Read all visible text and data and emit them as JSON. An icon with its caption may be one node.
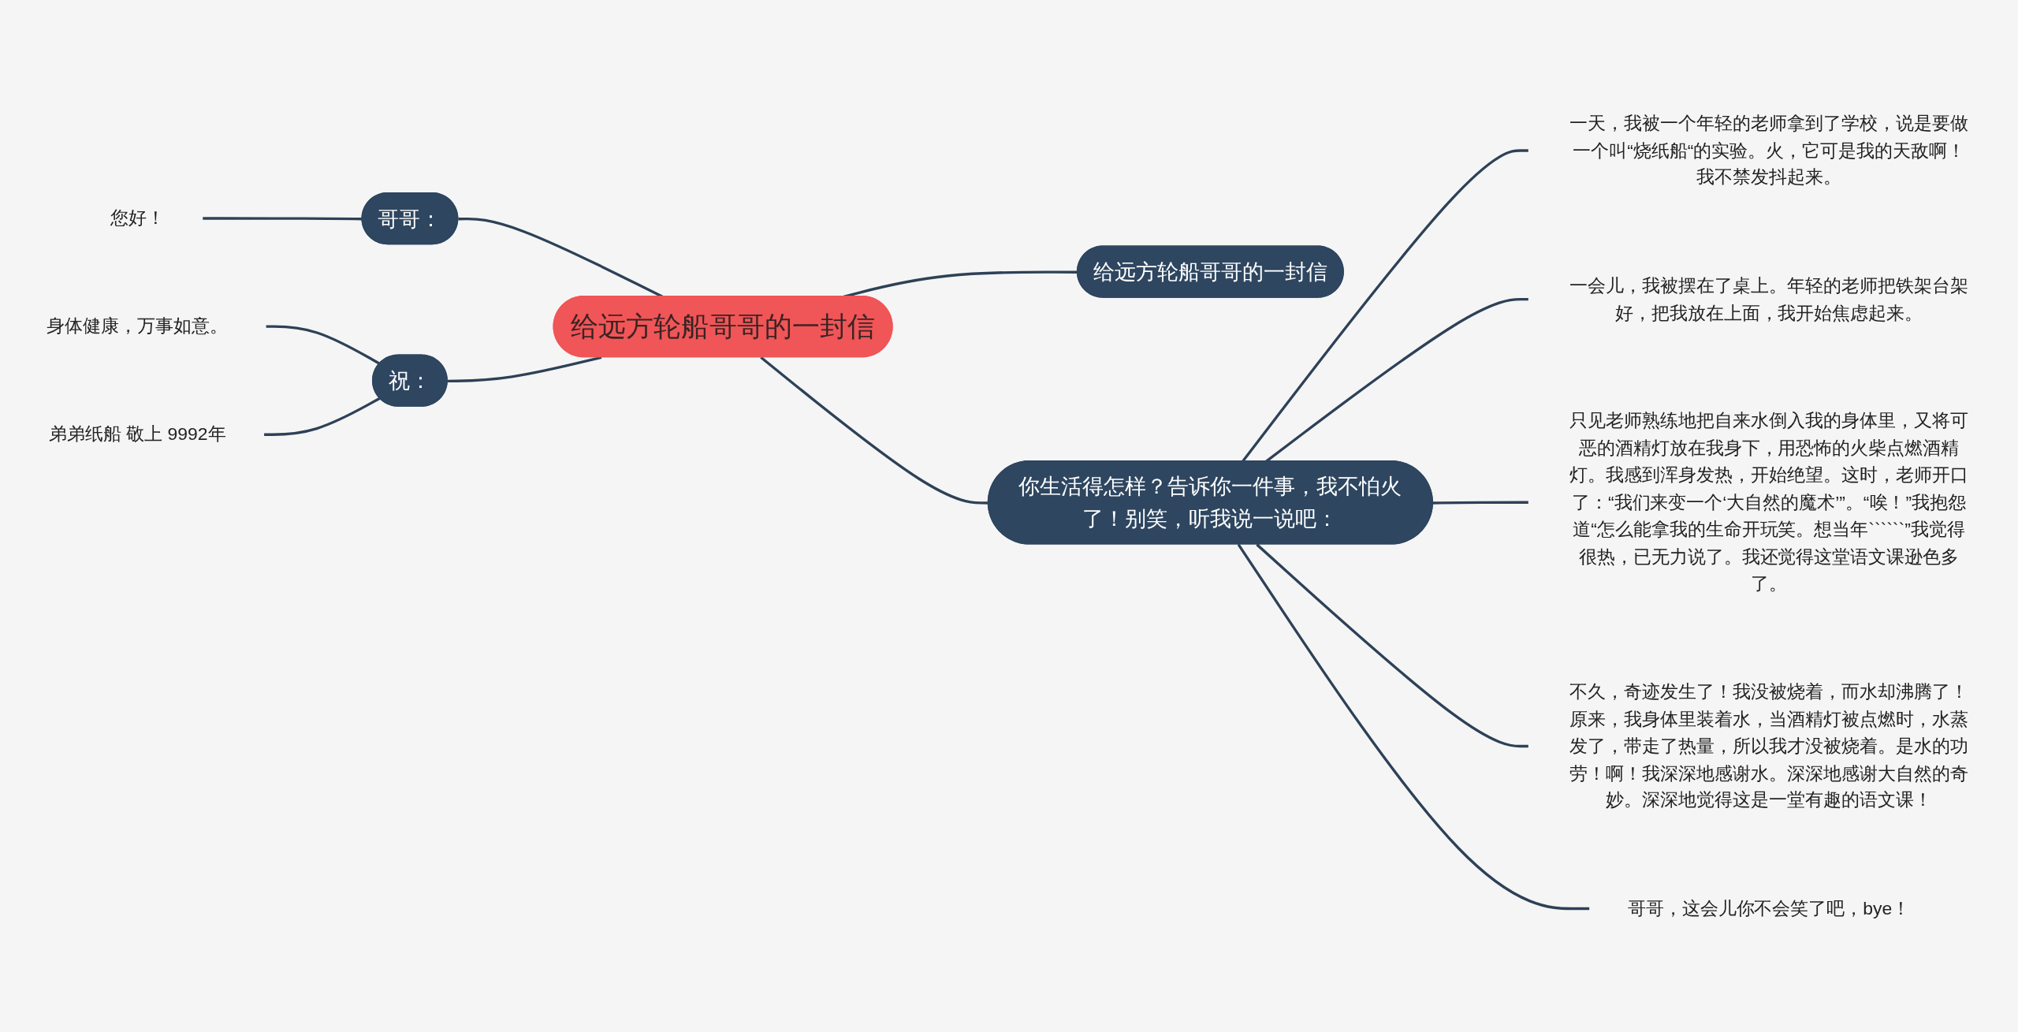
{
  "diagram": {
    "nodes": [
      {
        "text": [
          "给远方轮船哥哥的一封信"
        ]
      },
      {
        "text": [
          "哥哥："
        ]
      },
      {
        "text": [
          "您好！"
        ]
      },
      {
        "text": [
          "祝："
        ]
      },
      {
        "text": [
          "身体健康，万事如意。"
        ]
      },
      {
        "text": [
          "弟弟纸船 敬上 9992年"
        ]
      },
      {
        "text": [
          "给远方轮船哥哥的一封信"
        ]
      },
      {
        "text": [
          "你生活得怎样？告诉你一件事，我不怕火了！别笑，听我说一说吧："
        ]
      },
      {
        "text": [
          "一天，我被一个年轻的老师拿到了学校，说是要做一个叫“烧纸船“的实验。火，它可是我的天敌啊！我不禁发抖起来。"
        ]
      },
      {
        "text": [
          "一会儿，我被摆在了桌上。年轻的老师把铁架台架好，把我放在上面，我开始焦虑起来。"
        ]
      },
      {
        "text": [
          "只见老师熟练地把自来水倒入我的身体里，又将可恶的酒精灯放在我身下，用恐怖的火柴点燃酒精灯。我感到浑身发热，开始绝望。这时，老师开口了：“我们来变一个‘大自然的魔术’”。“唉！”我抱怨道“怎么能拿我的生命开玩笑。想当年``````”我觉得很热，已无力说了。我还觉得这堂语文课逊色多了。"
        ]
      },
      {
        "text": [
          "不久，奇迹发生了！我没被烧着，而水却沸腾了！原来，我身体里装着水，当酒精灯被点燃时，水蒸发了，带走了热量，所以我才没被烧着。是水的功劳！啊！我深深地感谢水。深深地感谢大自然的奇妙。深深地觉得这是一堂有趣的语文课！"
        ]
      },
      {
        "text": [
          "哥哥，这会儿你不会笑了吧，bye！"
        ]
      }
    ],
    "edges": [
      {
        "from": 0,
        "to": 6,
        "arrow": "none"
      },
      {
        "from": 1,
        "to": 0,
        "arrow": "none"
      },
      {
        "from": 2,
        "to": 1,
        "arrow": "none"
      },
      {
        "from": 3,
        "to": 0,
        "arrow": "none"
      },
      {
        "from": 4,
        "to": 3,
        "arrow": "none"
      },
      {
        "from": 5,
        "to": 3,
        "arrow": "none"
      },
      {
        "from": 0,
        "to": 7,
        "arrow": "none"
      },
      {
        "from": 7,
        "to": 8,
        "arrow": "none"
      },
      {
        "from": 7,
        "to": 9,
        "arrow": "none"
      },
      {
        "from": 7,
        "to": 10,
        "arrow": "none"
      },
      {
        "from": 7,
        "to": 11,
        "arrow": "none"
      },
      {
        "from": 7,
        "to": 12,
        "arrow": "none"
      }
    ]
  }
}
